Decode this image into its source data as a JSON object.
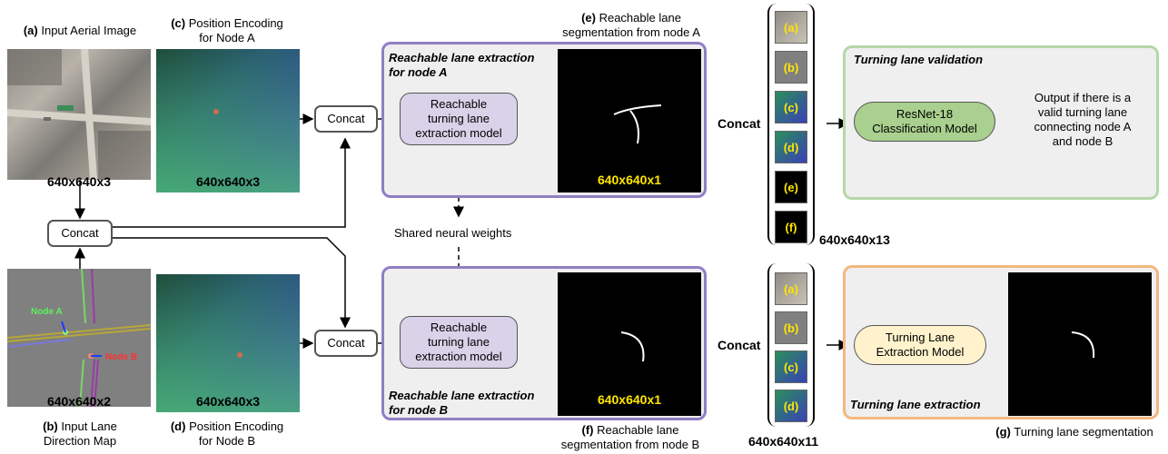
{
  "inputs": {
    "a": {
      "letter": "(a)",
      "label": "Input Aerial Image",
      "dim": "640x640x3"
    },
    "b": {
      "letter": "(b)",
      "label_line1": "Input Lane",
      "label_line2": "Direction Map",
      "dim": "640x640x2",
      "node_a": "Node A",
      "node_b": "Node B"
    },
    "c": {
      "letter": "(c)",
      "label_line1": "Position Encoding",
      "label_line2": "for Node A",
      "dim": "640x640x3"
    },
    "d": {
      "letter": "(d)",
      "label_line1": "Position Encoding",
      "label_line2": "for Node B",
      "dim": "640x640x3"
    }
  },
  "concat_label": "Concat",
  "shared_weights": "Shared neural weights",
  "panel_a": {
    "title_line1": "Reachable lane extraction",
    "title_line2": "for node A",
    "model_line1": "Reachable",
    "model_line2": "turning lane",
    "model_line3": "extraction model",
    "output_dim": "640x640x1"
  },
  "panel_b": {
    "title_line1": "Reachable lane extraction",
    "title_line2": "for node B",
    "model_line1": "Reachable",
    "model_line2": "turning lane",
    "model_line3": "extraction model",
    "output_dim": "640x640x1"
  },
  "caption_e": {
    "letter": "(e)",
    "line1": "Reachable lane",
    "line2": "segmentation from node A"
  },
  "caption_f": {
    "letter": "(f)",
    "line1": "Reachable lane",
    "line2": "segmentation from node B"
  },
  "stack_top": {
    "items": [
      "(a)",
      "(b)",
      "(c)",
      "(d)",
      "(e)",
      "(f)"
    ],
    "dim": "640x640x13",
    "label": "Concat"
  },
  "stack_bottom": {
    "items": [
      "(a)",
      "(b)",
      "(c)",
      "(d)"
    ],
    "dim": "640x640x11",
    "label": "Concat"
  },
  "validation": {
    "title": "Turning lane validation",
    "model_line1": "ResNet-18",
    "model_line2": "Classification Model",
    "output_line1": "Output if there is a",
    "output_line2": "valid turning lane",
    "output_line3": "connecting node A",
    "output_line4": "and node B"
  },
  "extraction": {
    "title": "Turning lane extraction",
    "model_line1": "Turning Lane",
    "model_line2": "Extraction Model"
  },
  "caption_g": {
    "letter": "(g)",
    "label": "Turning lane segmentation"
  },
  "colors": {
    "purple_border": "#8f7fc3",
    "model_fill": "#d9d2e9",
    "green_border": "#b5d7a8",
    "green_fill": "#a9d08e",
    "orange_border": "#f2b880",
    "orange_fill": "#fff2cc",
    "panel_bg": "#efefef",
    "label_yellow": "#ffe600"
  }
}
